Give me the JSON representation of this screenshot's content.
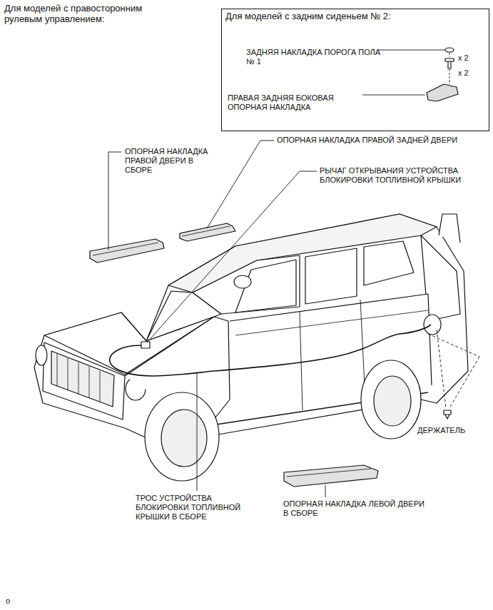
{
  "diagram": {
    "nodes": [
      {
        "text": [
          "Для моделей с задним сиденьем № 2:",
          "ЗАДНЯЯ НАКЛАДКА ПОРОГА ПОЛА № 1",
          "x 2",
          "x 2",
          "ПРАВАЯ ЗАДНЯЯ БОКОВАЯ ОПОРНАЯ НАКЛАДКА"
        ]
      }
    ],
    "labels": [
      "Для моделей с правосторонним рулевым управлением:",
      "ОПОРНАЯ НАКЛАДКА ПРАВОЙ ДВЕРИ В СБОРЕ",
      "ОПОРНАЯ НАКЛАДКА ПРАВОЙ ЗАДНЕЙ ДВЕРИ",
      "РЫЧАГ ОТКРЫВАНИЯ УСТРОЙСТВА БЛОКИРОВКИ ТОПЛИВНОЙ КРЫШКИ",
      "ДЕРЖАТЕЛЬ",
      "ТРОС УСТРОЙСТВА БЛОКИРОВКИ ТОПЛИВНОЙ КРЫШКИ В СБОРЕ",
      "ОПОРНАЯ НАКЛАДКА ЛЕВОЙ ДВЕРИ В СБОРЕ",
      "o"
    ]
  }
}
